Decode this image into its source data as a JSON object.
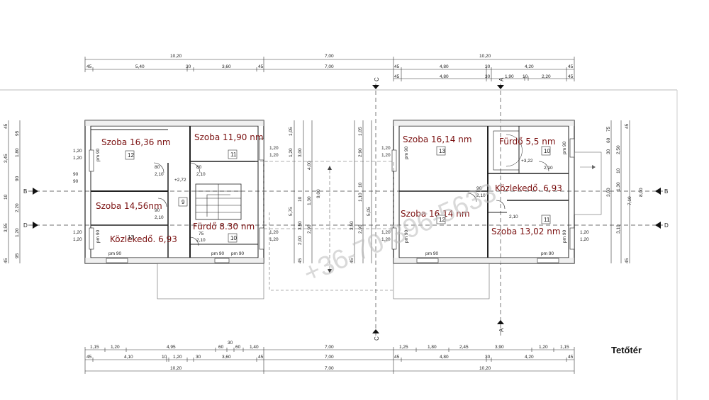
{
  "title": "Tetőtér",
  "watermark": "+36-70-396-5633",
  "rooms": [
    {
      "label": "Szoba 16,36 nm",
      "num": "12"
    },
    {
      "label": "Szoba 11,90 nm",
      "num": "11"
    },
    {
      "label": "Szoba 14,56nm",
      "num": "9"
    },
    {
      "label": "Közlekedő. 6,93",
      "num": "13"
    },
    {
      "label": "Fürdő 8.30 nm",
      "num": "10"
    },
    {
      "label": "Szoba 16,14 nm",
      "num": "13"
    },
    {
      "label": "Fürdő 5,5 nm",
      "num": "10"
    },
    {
      "label": "Közlekedő. 6,93",
      "num": ""
    },
    {
      "label": "Szoba 16,14 nm",
      "num": "12"
    },
    {
      "label": "Szoba 13,02 nm",
      "num": "11"
    }
  ],
  "axes": {
    "a": "A",
    "b": "B",
    "c": "C",
    "d": "D"
  },
  "top_dims": {
    "row1": [
      "10,20",
      "7,00",
      "10,20"
    ],
    "row2": [
      "45",
      "5,40",
      "30",
      "3,60",
      "45",
      "7,00",
      "45",
      "4,80",
      "30",
      "4,20",
      "45"
    ],
    "row3": [
      "45",
      "4,80",
      "30",
      "1,90",
      "10",
      "2,20",
      "45"
    ]
  },
  "bottom_dims": {
    "row1": [
      "1,15",
      "1,20",
      "4,95",
      "60",
      "30",
      "60",
      "1,40",
      "7,00",
      "1,25",
      "1,80",
      "2,45",
      "3,90",
      "1,20",
      "1,15"
    ],
    "row2": [
      "45",
      "4,10",
      "10",
      "1,20",
      "30",
      "3,60",
      "45",
      "7,00",
      "45",
      "4,80",
      "30",
      "4,20",
      "45"
    ],
    "row3": [
      "10,20",
      "7,00",
      "10,20"
    ]
  },
  "labels": {
    "pm90": "pm 90",
    "h210": "2,10",
    "w90": "90",
    "w80": "80",
    "w75": "75",
    "w120": "1,20",
    "lvl272": "+2,72",
    "lvl322": "+3,22"
  },
  "left_dims": [
    "45",
    "95",
    "3,45",
    "1,80",
    "90",
    "10",
    "2,20",
    "3,55",
    "1,20",
    "95",
    "45"
  ],
  "right_dims": [
    "45",
    "75",
    "60",
    "2,50",
    "30",
    "10",
    "1,30",
    "3,60",
    "8,00",
    "7,10",
    "3,10",
    "45"
  ],
  "center_dims": [
    "1,05",
    "1,20",
    "3,00",
    "4,00",
    "5,75",
    "10",
    "1,30",
    "9,00",
    "3,50",
    "2,90",
    "2,00",
    "45",
    "1,05",
    "2,90",
    "10",
    "1,10",
    "5,05",
    "2,90",
    "3,50",
    "45"
  ]
}
